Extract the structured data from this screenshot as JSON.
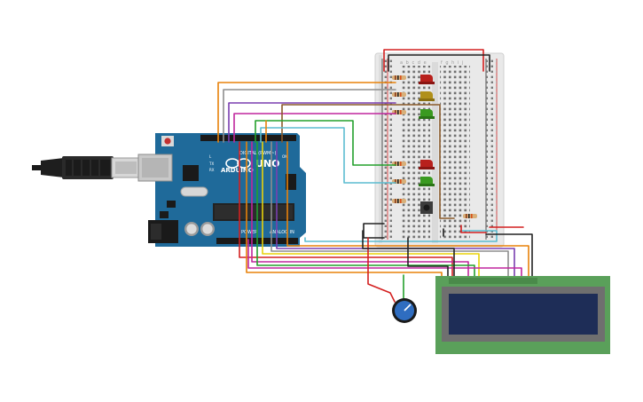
{
  "colors": {
    "arduino_board": "#1f6a9a",
    "breadboard": "#e9e9e9",
    "lcd_board": "#5aa05a",
    "lcd_screen": "#1e2d57",
    "wire_red": "#d42020",
    "wire_black": "#222222",
    "wire_orange": "#e8820a",
    "wire_magenta": "#c0269d",
    "wire_green": "#23a02c",
    "wire_brown": "#8a5a2b",
    "wire_gray": "#8e8e8e",
    "wire_cyan": "#5bbcd0",
    "wire_yellow": "#e8d20a",
    "wire_purple": "#7a3fb0",
    "led_red": "#b8201c",
    "led_yellow": "#b0901a",
    "led_green": "#3a9a20",
    "potentiometer": "#2f6dc0"
  },
  "arduino": {
    "brand": "ARDUINO",
    "model": "UNO",
    "digital_label": "DIGITAL (PWM~)",
    "power_label": "POWER",
    "analog_label": "ANALOG IN",
    "tx_label": "TX",
    "rx_label": "RX",
    "l_label": "L",
    "on_label": "ON"
  },
  "breadboard": {
    "column_letters_left": [
      "a",
      "b",
      "c",
      "d",
      "e"
    ],
    "column_letters_right": [
      "f",
      "g",
      "h",
      "i",
      "j"
    ]
  },
  "components": {
    "leds": [
      "led-red-top",
      "led-yellow",
      "led-green-top",
      "led-red-bottom",
      "led-green-bottom"
    ],
    "icons": [
      "usb-cable-icon",
      "potentiometer-icon",
      "pushbutton-icon",
      "lcd-16x2-icon",
      "reset-button-icon"
    ]
  }
}
